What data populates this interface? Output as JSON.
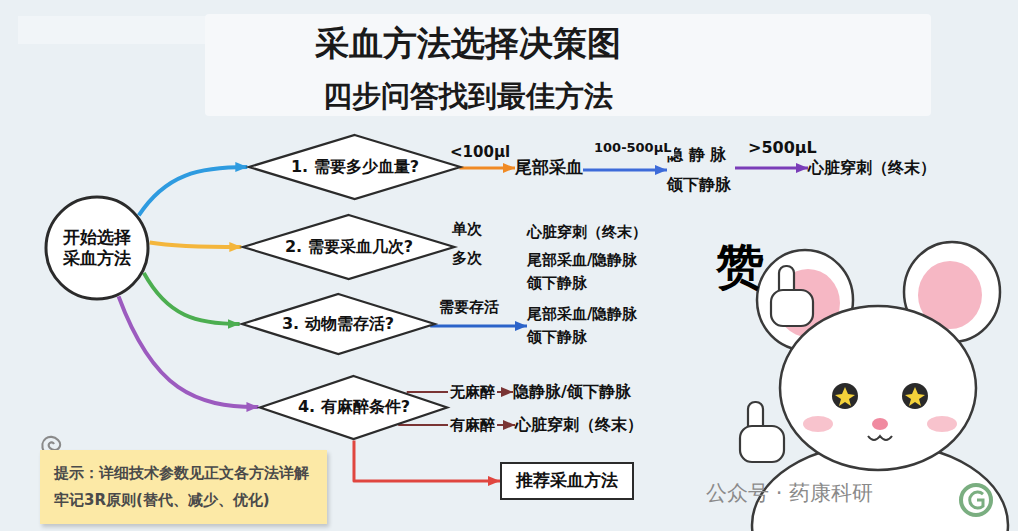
{
  "diagram": {
    "title": "采血方法选择决策图",
    "nodes": [
      {
        "text": [
          "开始选择 采血方法"
        ]
      },
      {
        "text": [
          "1. 需要多少血量?"
        ]
      },
      {
        "text": [
          "2. 需要采血几次?"
        ]
      },
      {
        "text": [
          "3. 动物需存活?"
        ]
      },
      {
        "text": [
          "4. 有麻醉条件?"
        ]
      },
      {
        "text": [
          "尾部采血"
        ]
      },
      {
        "text": [
          "隐 静 脉 颌下静脉"
        ]
      },
      {
        "text": [
          "心脏穿刺（终末）"
        ]
      },
      {
        "text": [
          "尾部采血/隐静脉 颌下静脉"
        ]
      },
      {
        "text": [
          "隐静脉/颌下静脉"
        ]
      },
      {
        "text": [
          "心脏穿刺（终末）"
        ]
      },
      {
        "text": [
          "推荐采血方法"
        ]
      },
      {
        "text": [
          "提示：详细技术参数见正文各方法详解 牢记3R原则(替代、减少、优化)"
        ]
      }
    ],
    "edges": [
      {
        "from": 0,
        "to": 1,
        "arrow": "to"
      },
      {
        "from": 0,
        "to": 2,
        "arrow": "to"
      },
      {
        "from": 0,
        "to": 3,
        "arrow": "to"
      },
      {
        "from": 0,
        "to": 4,
        "arrow": "to"
      },
      {
        "from": 1,
        "to": 5,
        "label": "<100μl",
        "arrow": "to"
      },
      {
        "from": 5,
        "to": 6,
        "label": "100-500μL",
        "arrow": "to"
      },
      {
        "from": 6,
        "to": 7,
        "label": ">500μL",
        "arrow": "to"
      },
      {
        "from": 3,
        "to": 8,
        "label": "需要存活",
        "arrow": "to"
      },
      {
        "from": 4,
        "to": 9,
        "label": "无麻醉",
        "arrow": "to"
      },
      {
        "from": 4,
        "to": 10,
        "label": "有麻醉",
        "arrow": "to"
      },
      {
        "from": 4,
        "to": 11,
        "arrow": "to"
      }
    ],
    "labels": [
      "四步问答找到最佳方法",
      "单次",
      "多次",
      "心脏穿刺（终末）",
      "尾部采血/隐静脉 颌下静脉",
      "赞",
      "公众号 · 药康科研"
    ]
  }
}
